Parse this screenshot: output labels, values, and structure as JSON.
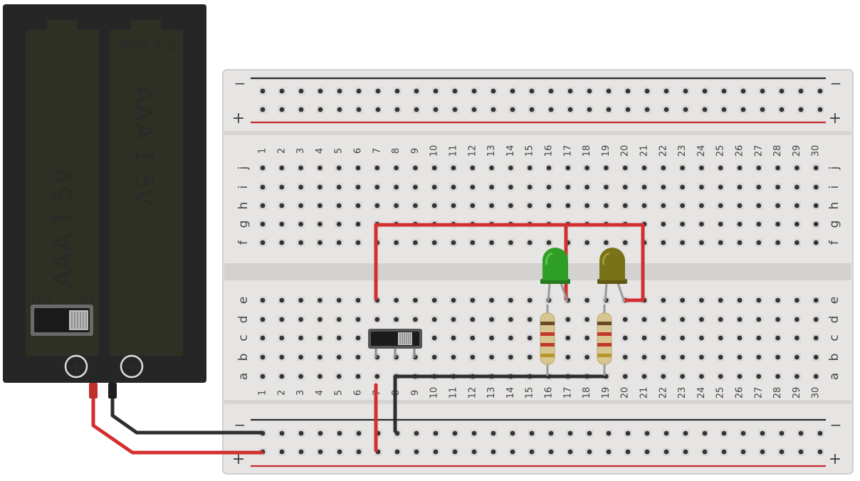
{
  "colors": {
    "page_bg": "#ffffff",
    "board": "#e6e5e4",
    "board_edge": "#d1d0cf",
    "hole": "#333333",
    "rail_negative": "#2b2b2b",
    "rail_positive": "#c62828",
    "wire_red": "#d32f2f",
    "wire_black": "#2e2e2e",
    "battery_body": "#262626",
    "battery_cell": "#2e3024",
    "led_green": "#2e9e24",
    "led_olive": "#7a7218",
    "resistor_body": "#d8c690"
  },
  "battery": {
    "pack_label": "2 x AAA",
    "cell_left_label": "AAA 1.5V",
    "cell_right_label": "AAA 1.5V",
    "switch_off_label": "OFF",
    "switch_on_label": "ON",
    "plus_symbol": "+",
    "minus_symbol": "−"
  },
  "breadboard": {
    "columns": [
      "1",
      "2",
      "3",
      "4",
      "5",
      "6",
      "7",
      "8",
      "9",
      "10",
      "11",
      "12",
      "13",
      "14",
      "15",
      "16",
      "17",
      "18",
      "19",
      "20",
      "21",
      "22",
      "23",
      "24",
      "25",
      "26",
      "27",
      "28",
      "29",
      "30"
    ],
    "rows_top": [
      "j",
      "i",
      "h",
      "g",
      "f"
    ],
    "rows_bottom": [
      "e",
      "d",
      "c",
      "b",
      "a"
    ],
    "rail_minus_symbol": "−",
    "rail_plus_symbol": "+"
  },
  "components": {
    "leds": [
      {
        "name": "led-green",
        "color": "#2e9e24"
      },
      {
        "name": "led-olive",
        "color": "#7a7218"
      }
    ],
    "resistor_bands": [
      "#6b4a2a",
      "#c0392b",
      "#c0392b",
      "#b8962e"
    ]
  }
}
